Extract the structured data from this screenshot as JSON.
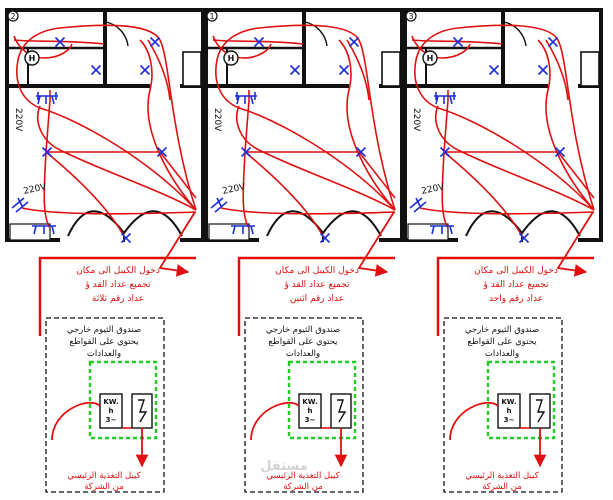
{
  "panels": [
    {
      "number": "2",
      "cable_entry": [
        "دخول الكيبل الى مكان",
        "تجميع عداد القد ؤ",
        "عداد رقم ثلاثة"
      ],
      "box_desc": [
        "صندوق الثيوم خارجي",
        "يحتوي على القواطع",
        "والعدادات"
      ],
      "feed": [
        "كيبل التغذية الرئيسي",
        "من الشركة"
      ]
    },
    {
      "number": "1",
      "cable_entry": [
        "دخول الكيبل الى مكان",
        "تجميع عداد القد ؤ",
        "عداد رقم اثنين"
      ],
      "box_desc": [
        "صندوق الثيوم خارجي",
        "يحتوي على القواطع",
        "والعدادات"
      ],
      "feed": [
        "كيبل التغذية الرئيسي",
        "من الشركة"
      ]
    },
    {
      "number": "3",
      "cable_entry": [
        "دخول الكيبل الى مكان",
        "تجميع عداد القد ؤ",
        "عداد رقم واحد"
      ],
      "box_desc": [
        "صندوق الثيوم خارجي",
        "يحتوي على القواطع",
        "والعدادات"
      ],
      "feed": [
        "كيبل التغذية الرئيسي",
        "من الشركة"
      ]
    }
  ],
  "heater_label": "H",
  "meter_label": [
    "KW.",
    "h",
    "3~"
  ],
  "volt_upper": "220V",
  "volt_lower": "220V",
  "watermark": "مستقل",
  "colors": {
    "wire": "#e01010",
    "fixture": "#1d2fd6",
    "breaker": "#22cc22",
    "wall": "#111111"
  }
}
